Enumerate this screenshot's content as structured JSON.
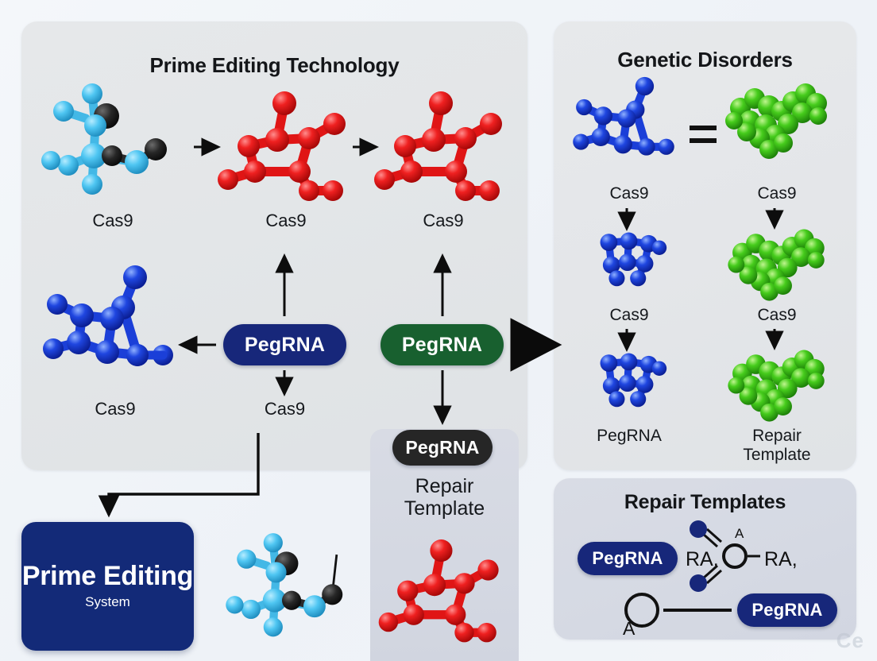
{
  "panels": {
    "prime_editing": {
      "title": "Prime Editing Technology"
    },
    "genetic_disorders": {
      "title": "Genetic Disorders"
    },
    "repair_templates": {
      "title": "Repair Templates"
    }
  },
  "left_panel": {
    "top_row": [
      {
        "label": "Cas9",
        "molecule": "cyan-black-ballstick"
      },
      {
        "label": "Cas9",
        "molecule": "red-ballstick"
      },
      {
        "label": "Cas9",
        "molecule": "red-ballstick"
      }
    ],
    "mid_row": {
      "molecule_label": "Cas9",
      "pegrna_navy_label": "PegRNA",
      "pegrna_green_label": "PegRNA",
      "under_navy_label": "Cas9"
    }
  },
  "mid_column": {
    "pegrna_black_label": "PegRNA",
    "caption": "Repair\nTemplate",
    "molecule": "red-ballstick"
  },
  "bottom_left": {
    "box_line1": "Prime\nEditing",
    "box_line2": "System",
    "molecule": "cyan-black-ballstick"
  },
  "right_panel": {
    "equals_symbol": "=",
    "left_column": [
      {
        "label": "Cas9",
        "molecule": "blue-ballstick-large"
      },
      {
        "label": "Cas9",
        "molecule": "blue-cluster-small"
      },
      {
        "label": "PegRNA",
        "molecule": "blue-cluster-small"
      }
    ],
    "right_column": [
      {
        "label": "Cas9",
        "molecule": "green-cluster"
      },
      {
        "label": "Cas9",
        "molecule": "green-cluster"
      },
      {
        "label": "Repair\nTemplate",
        "molecule": "green-cluster"
      }
    ]
  },
  "repair_templates_panel": {
    "pegrna_left_label": "PegRNA",
    "pegrna_right_label": "PegRNA",
    "text_ra_left": "RA,",
    "text_ra_right": "RA,",
    "atom_label_a": "A",
    "atom_label_a_bottom": "A"
  },
  "watermark": "Ce",
  "colors": {
    "navy": "#17277a",
    "box_navy": "#132a78",
    "green_pill": "#18602f",
    "black_pill": "#262626",
    "molecule_red": "#e8151c",
    "molecule_blue": "#1840d8",
    "molecule_green": "#3fcc16",
    "molecule_cyan": "#3fc1ef",
    "molecule_black": "#1d1d1d",
    "panel_bg": "#e4e7e9",
    "repair_panel_bg": "#d6dae3",
    "page_bg": "#f1f5f9"
  }
}
